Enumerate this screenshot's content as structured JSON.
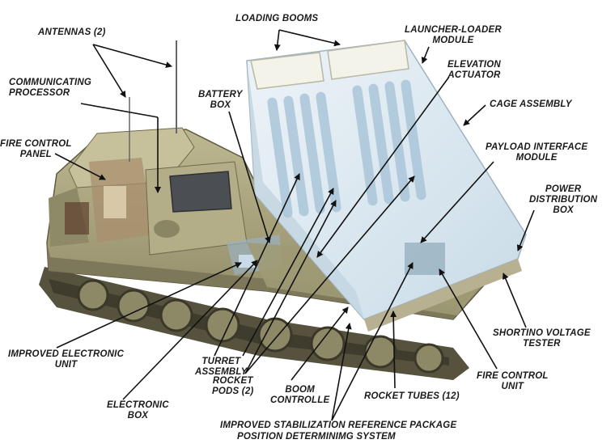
{
  "labels": {
    "antennas": "ANTENNAS (2)",
    "loading_booms": "LOADING BOOMS",
    "launcher_loader": "LAUNCHER-LOADER\nMODULE",
    "communicating_processor": "COMMUNICATING\nPROCESSOR",
    "elevation_actuator": "ELEVATION\nACTUATOR",
    "battery_box": "BATTERY\nBOX",
    "cage_assembly": "CAGE ASSEMBLY",
    "fire_control_panel": "FIRE CONTROL\nPANEL",
    "payload_interface": "PAYLOAD INTERFACE\nMODULE",
    "power_distribution": "POWER\nDISTRIBUTION\nBOX",
    "improved_electronic_unit": "IMPROVED ELECTRONIC\nUNIT",
    "turret_assembly": "TURRET\nASSEMBLY",
    "shorting_voltage_tester": "SHORTINO VOLTAGE\nTESTER",
    "rocket_pods": "ROCKET\nPODS (2)",
    "electronic_box": "ELECTRONIC\nBOX",
    "boom_controller": "BOOM\nCONTROLLE",
    "fire_control_unit": "FIRE CONTROL\nUNIT",
    "rocket_tubes": "ROCKET TUBES (12)",
    "stabilization_package": "IMPROVED STABILIZATION REFERENCE PACKAGE",
    "position_system": "POSITION DETERMINIMG SYSTEM"
  },
  "colors": {
    "hull": "#a8a27a",
    "hull_dark": "#6f6a4c",
    "hull_light": "#c9c4a0",
    "track": "#4a4636",
    "pod": "#dbe8ef",
    "pod_tube": "#9fbfd6",
    "leader_line": "#111111",
    "text": "#1a1a1a"
  }
}
